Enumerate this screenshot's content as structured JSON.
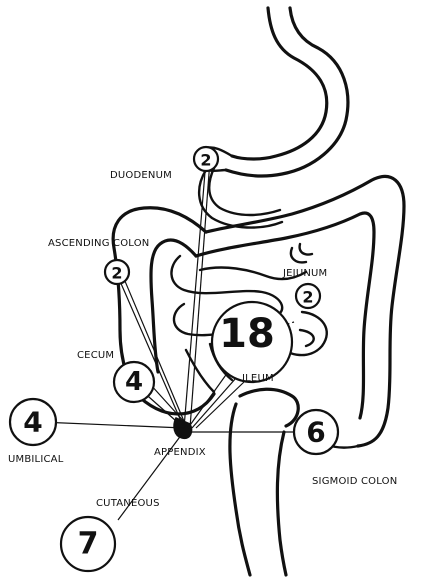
{
  "labels": {
    "duodenum": "DUODENUM",
    "ascending_colon": "ASCENDING COLON",
    "jejunum": "JEJUNUM",
    "cecum": "CECUM",
    "ileum": "ILEUM",
    "umbilical": "UMBILICAL",
    "appendix": "APPENDIX",
    "sigmoid_colon": "SIGMOID COLON",
    "cutaneous": "CUTANEOUS"
  },
  "counts": {
    "duodenum": "2",
    "ascending_colon": "2",
    "jejunum": "2",
    "ileum": "18",
    "cecum": "4",
    "umbilical": "4",
    "sigmoid_colon": "6",
    "cutaneous": "7"
  }
}
